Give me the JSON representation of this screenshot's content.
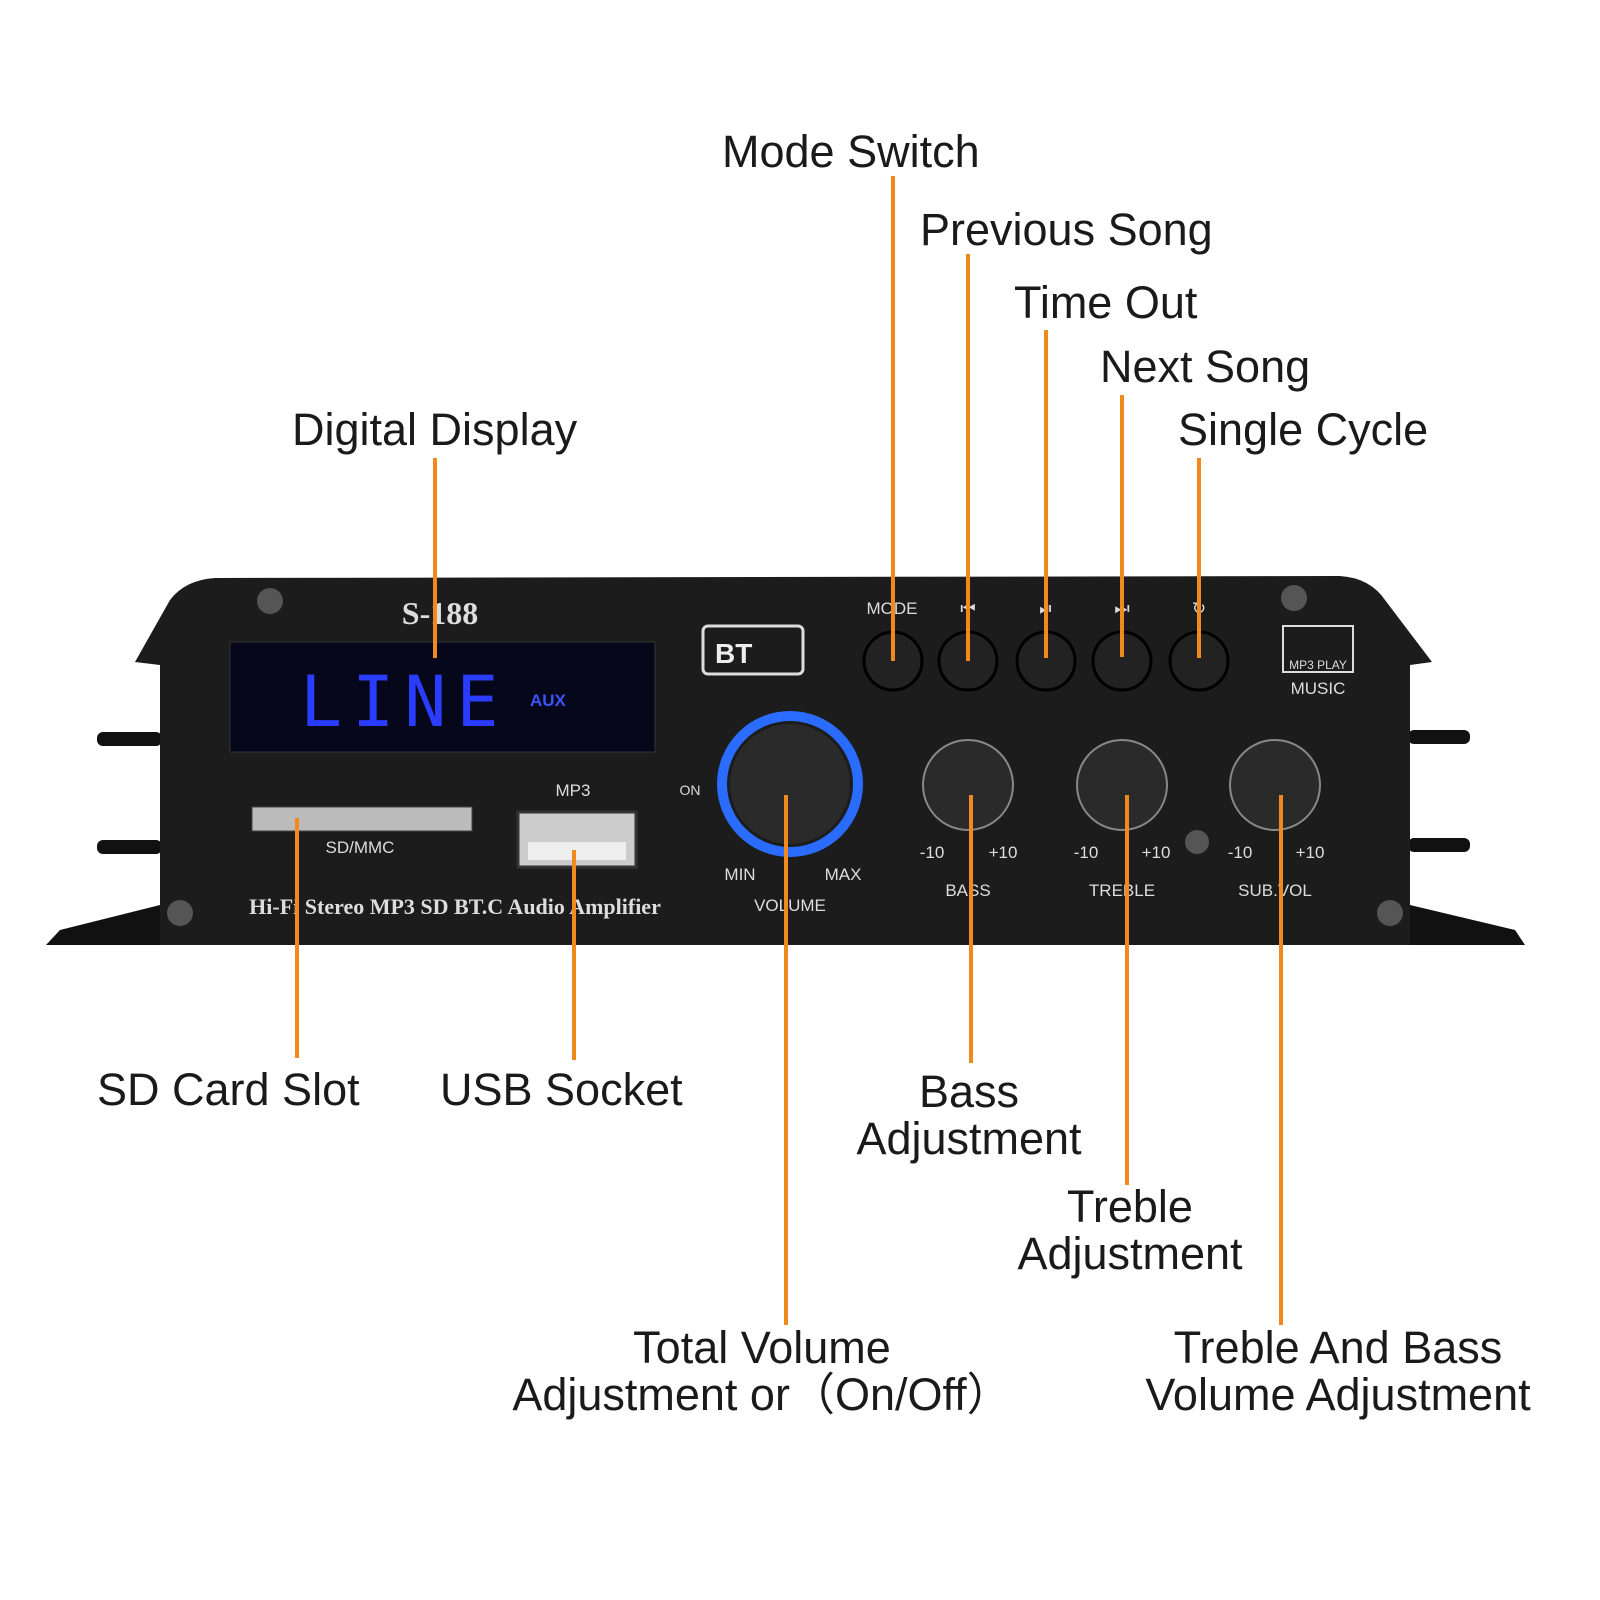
{
  "callouts": {
    "mode_switch": "Mode Switch",
    "previous_song": "Previous Song",
    "time_out": "Time Out",
    "next_song": "Next Song",
    "single_cycle": "Single Cycle",
    "digital_display": "Digital Display",
    "sd_card_slot": "SD Card Slot",
    "usb_socket": "USB Socket",
    "bass_1": "Bass",
    "bass_2": "Adjustment",
    "treble_1": "Treble",
    "treble_2": "Adjustment",
    "volume_1": "Total Volume",
    "volume_2": "Adjustment or（On/Off）",
    "subvol_1": "Treble And Bass",
    "subvol_2": "Volume Adjustment"
  },
  "panel": {
    "model": "S-188",
    "display_text": "LINE",
    "display_aux": "AUX",
    "bt": "BT",
    "mode": "MODE",
    "prev": "⏮",
    "playpause": "⏯",
    "next": "⏭",
    "cycle": "↻",
    "logo_text": "MP3 PLAY",
    "music": "MUSIC",
    "sd": "SD/MMC",
    "mp3": "MP3",
    "on": "ON",
    "min": "MIN",
    "max": "MAX",
    "volume": "VOLUME",
    "minus10": "-10",
    "plus10": "+10",
    "bass": "BASS",
    "treble": "TREBLE",
    "subvol": "SUB.VOL",
    "tagline": "Hi-Fi Stereo MP3 SD BT.C Audio Amplifier"
  },
  "colors": {
    "accent": "#f08a1c",
    "display": "#2a3cff",
    "panel": "#1b1b1b"
  }
}
